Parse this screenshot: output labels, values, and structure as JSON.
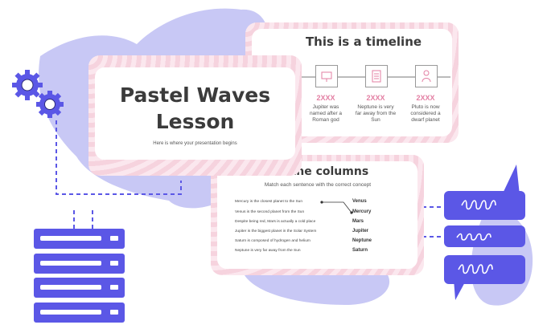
{
  "colors": {
    "accent": "#5b57e6",
    "blob": "#c8c8f5",
    "pink": "#e37fa3",
    "wave": "#f6d3de"
  },
  "slide_main": {
    "title_line1": "Pastel Waves",
    "title_line2": "Lesson",
    "subtitle": "Here is where your presentation begins"
  },
  "slide_timeline": {
    "title": "This is a timeline",
    "items": [
      {
        "year": "2XXX",
        "text": "Jupiter was named after a Roman god",
        "icon": "presentation-icon"
      },
      {
        "year": "2XXX",
        "text": "Neptune is very far away from the Sun",
        "icon": "document-icon"
      },
      {
        "year": "2XXX",
        "text": "Pluto is now considered a dwarf planet",
        "icon": "person-icon"
      }
    ]
  },
  "slide_columns": {
    "title": "t the columns",
    "subtitle": "Match each sentence with the correct concept",
    "rows": [
      {
        "left": "Mercury is the closest planet to the Sun",
        "right": "Venus"
      },
      {
        "left": "Venus is the second planet from the Sun",
        "right": "Mercury"
      },
      {
        "left": "Despite being red, Mars is actually a cold place",
        "right": "Mars"
      },
      {
        "left": "Jupiter is the biggest planet in the Solar System",
        "right": "Jupiter"
      },
      {
        "left": "Saturn is composed of hydrogen and helium",
        "right": "Neptune"
      },
      {
        "left": "Neptune is very far away from the Sun",
        "right": "Saturn"
      }
    ]
  },
  "decor": {
    "gear_icon": "gear-icon",
    "server_icon": "server-icon",
    "chat_icon": "chat-bubble-icon"
  }
}
